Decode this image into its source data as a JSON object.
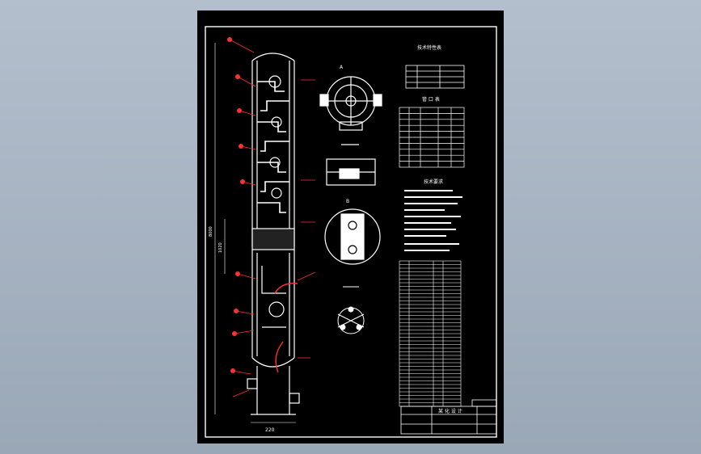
{
  "drawing": {
    "detail_a_label": "A",
    "detail_b_label": "B",
    "dim_bottom": "220",
    "dim_left_1": "1020",
    "dim_left_2": "8000"
  },
  "tables": {
    "tech_params_title": "技术特性表",
    "nozzle_title": "管 口 表",
    "requirements_title": "技术要求",
    "parts_list_rows": 40,
    "title_block_text": "某 化 设 计"
  },
  "colors": {
    "background": "#9aa7b6",
    "sheet": "#000000",
    "line": "#ffffff",
    "annotation": "#ff3030"
  }
}
